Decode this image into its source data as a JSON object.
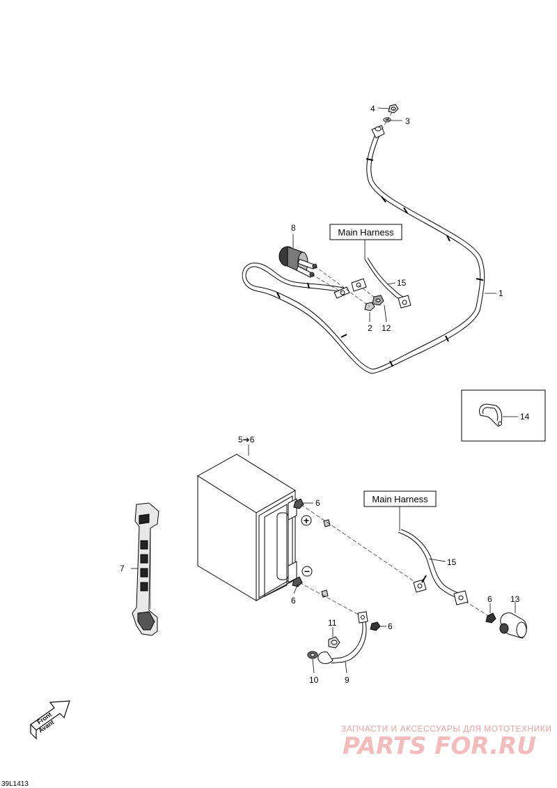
{
  "callouts": {
    "main_harness_top": "Main Harness",
    "main_harness_bottom": "Main Harness"
  },
  "part_labels": {
    "p1": "1",
    "p2": "2",
    "p3": "3",
    "p4": "4",
    "p5_6": "5➔6",
    "p6_pos": "6",
    "p6_neg": "6",
    "p6_lug": "6",
    "p6_nut": "6",
    "p7": "7",
    "p8": "8",
    "p9": "9",
    "p10": "10",
    "p11": "11",
    "p12": "12",
    "p13": "13",
    "p14": "14",
    "p15_top": "15",
    "p15_bottom": "15"
  },
  "terminals": {
    "positive": "+",
    "negative": "−"
  },
  "orientation": {
    "line1": "Front",
    "line2": "Avant"
  },
  "drawing_code": "39L1413",
  "watermark": {
    "tagline": "ЗАПЧАСТИ И АКСЕССУАРЫ ДЛЯ МОТОТЕХНИКИ",
    "logo": "PARTS FOR.RU"
  }
}
